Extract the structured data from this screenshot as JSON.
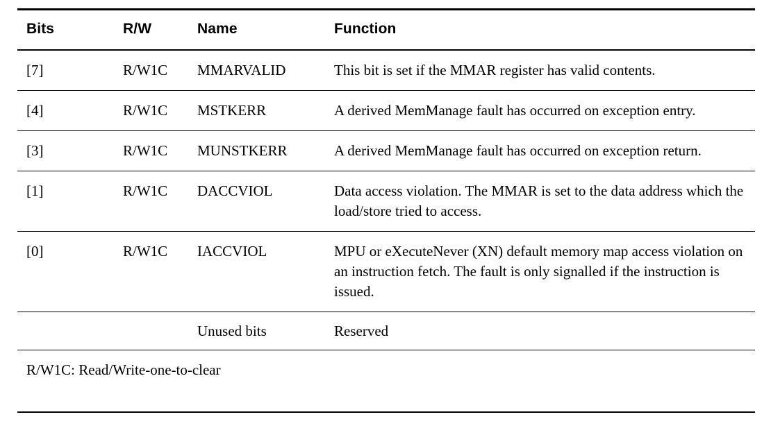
{
  "document": {
    "kind": "register-bit-field-table",
    "columns": [
      "Bits",
      "R/W",
      "Name",
      "Function"
    ]
  },
  "table": {
    "headers": {
      "bits": "Bits",
      "rw": "R/W",
      "name": "Name",
      "function": "Function"
    },
    "rows": [
      {
        "bits": "[7]",
        "rw": "R/W1C",
        "name": "MMARVALID",
        "function": "This bit is set if the MMAR register has valid contents."
      },
      {
        "bits": "[4]",
        "rw": "R/W1C",
        "name": "MSTKERR",
        "function": "A derived MemManage fault has occurred on exception entry."
      },
      {
        "bits": "[3]",
        "rw": "R/W1C",
        "name": "MUNSTKERR",
        "function": "A derived MemManage fault has occurred on exception return."
      },
      {
        "bits": "[1]",
        "rw": "R/W1C",
        "name": "DACCVIOL",
        "function": "Data access violation. The MMAR is set to the data address which the load/store tried to access."
      },
      {
        "bits": "[0]",
        "rw": "R/W1C",
        "name": "IACCVIOL",
        "function": "MPU or eXecuteNever (XN) default memory map access violation on an instruction fetch. The fault is only signalled if the instruction is issued."
      },
      {
        "bits": "",
        "rw": "",
        "name": "Unused bits",
        "function": "Reserved"
      }
    ],
    "footnote": "R/W1C: Read/Write-one-to-clear"
  },
  "style": {
    "text_color": "#000000",
    "background_color": "#ffffff",
    "rule_color": "#000000"
  }
}
